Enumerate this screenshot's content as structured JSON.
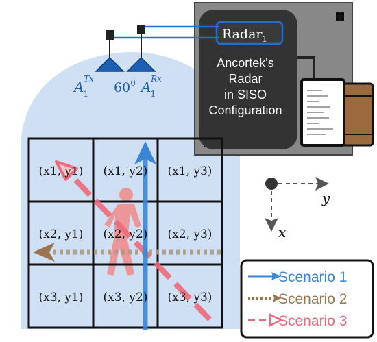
{
  "radar_box": {
    "title": "Radar",
    "title_sub": "1",
    "description_lines": [
      "Ancortek's",
      "Radar",
      "in SISO",
      "Configuration"
    ]
  },
  "antennas": {
    "tx_base": "A",
    "tx_sub": "1",
    "tx_sup": "Tx",
    "rx_base": "A",
    "rx_sub": "1",
    "rx_sup": "Rx",
    "angle_value": "60",
    "angle_sup": "0"
  },
  "grid": {
    "cells": [
      [
        "(x1, y1)",
        "(x1, y2)",
        "(x1, y3)"
      ],
      [
        "(x2, y1)",
        "(x2, y2)",
        "(x2, y3)"
      ],
      [
        "(x3, y1)",
        "(x3, y2)",
        "(x3, y3)"
      ]
    ]
  },
  "axes": {
    "horizontal": "y",
    "vertical": "x"
  },
  "legend": {
    "items": [
      {
        "label": "Scenario 1",
        "color": "#3a86d6",
        "style": "solid"
      },
      {
        "label": "Scenario 2",
        "color": "#9b7550",
        "style": "dotted"
      },
      {
        "label": "Scenario 3",
        "color": "#f0697a",
        "style": "dashed"
      }
    ]
  },
  "colors": {
    "coverage": "#cfe0f4",
    "radar_body": "#333333",
    "radar_panel": "#888888",
    "antenna": "#1d5fb5",
    "cable": "#1e6fd6",
    "person": "#f08a8a",
    "laptop_case": "#9a6a3e"
  }
}
